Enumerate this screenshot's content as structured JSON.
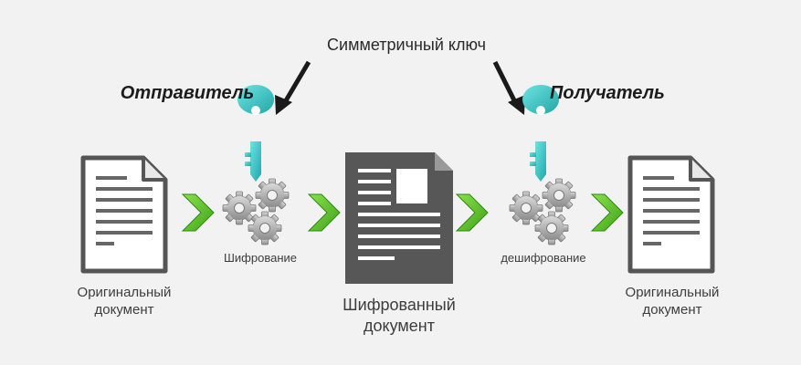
{
  "diagram": {
    "key_title": "Симметричный ключ",
    "sender": "Отправитель",
    "receiver": "Получатель",
    "encryption": "Шифрование",
    "decryption": "дешифрование",
    "original_doc_left": [
      "Оригинальный",
      "документ"
    ],
    "encrypted_doc": [
      "Шифрованный",
      "документ"
    ],
    "original_doc_right": [
      "Оригинальный",
      "документ"
    ]
  },
  "colors": {
    "background": "#f2f2f2",
    "doc_outline": "#555555",
    "encrypted_doc_fill": "#575757",
    "arrow_green": "#5ec82a",
    "key_teal": "#3cc8c8",
    "gear_gray": "#9a9a9a",
    "key_arrow": "#1a1a1a"
  },
  "icons": [
    "document-icon",
    "key-icon",
    "gears-icon",
    "chevron-right-icon",
    "encrypted-document-icon"
  ]
}
